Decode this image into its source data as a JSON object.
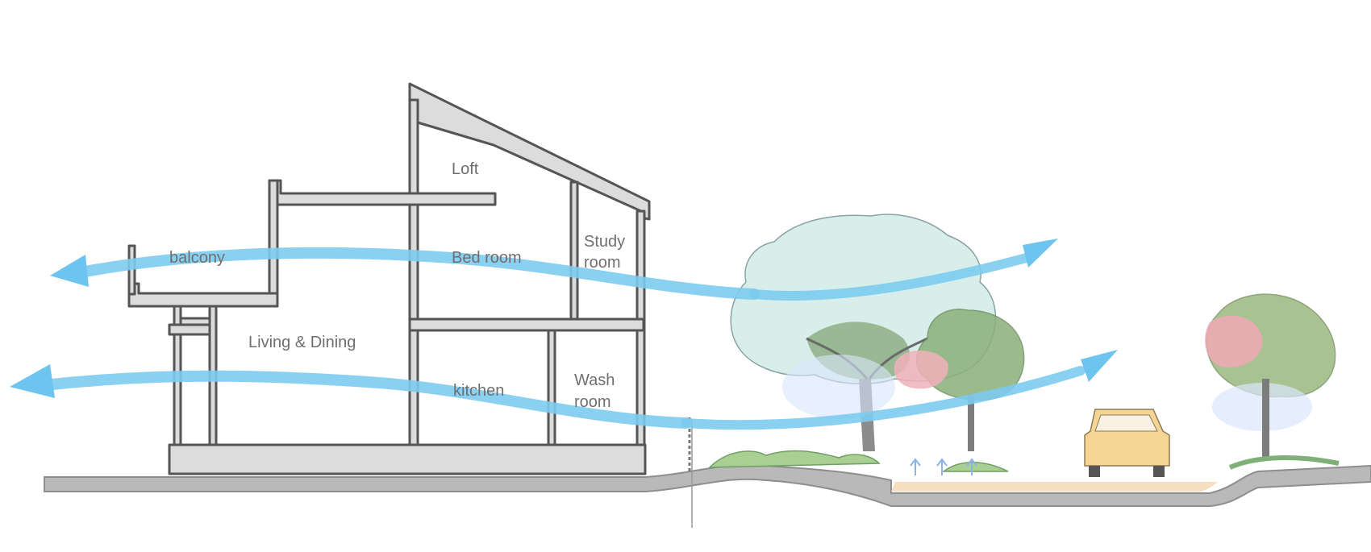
{
  "rooms": {
    "loft": "Loft",
    "balcony": "balcony",
    "bedroom": "Bed room",
    "study_line1": "Study",
    "study_line2": "room",
    "living": "Living & Dining",
    "kitchen": "kitchen",
    "wash_line1": "Wash",
    "wash_line2": "room"
  },
  "colors": {
    "wall_fill": "#dcdcdc",
    "wall_stroke": "#555555",
    "ground": "#9a9a9a",
    "airflow": "#6cc4ef",
    "label": "#6f6f6f",
    "tree_canopy": "#cfe9e4",
    "tree_pink": "#f0a7b4",
    "tree_green": "#6f9d63",
    "car": "#f2d28c"
  },
  "icons": [
    "airflow-arrow",
    "tree-sketch",
    "car-sketch"
  ]
}
